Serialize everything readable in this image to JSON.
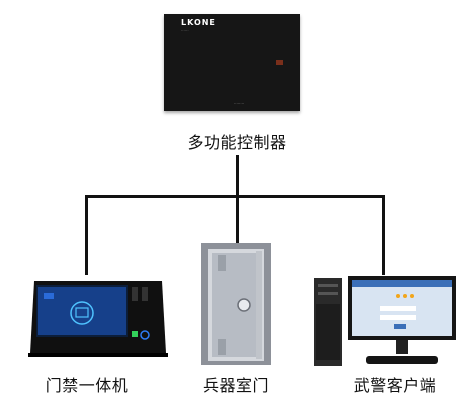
{
  "title": "多功能控制器",
  "controller": {
    "brand": "LKONE",
    "tagline": "......",
    "bottom_text": "........"
  },
  "devices": [
    {
      "key": "access_terminal",
      "label": "门禁一体机"
    },
    {
      "key": "vault_door",
      "label": "兵器室门"
    },
    {
      "key": "police_client",
      "label": "武警客户端"
    }
  ],
  "colors": {
    "line": "#111111",
    "panel": "#161616",
    "screen_blue": "#1c5fd0",
    "steel": "#c9cdd3"
  },
  "icons": [
    "controller-box",
    "access-terminal",
    "vault-door",
    "desktop-pc"
  ]
}
